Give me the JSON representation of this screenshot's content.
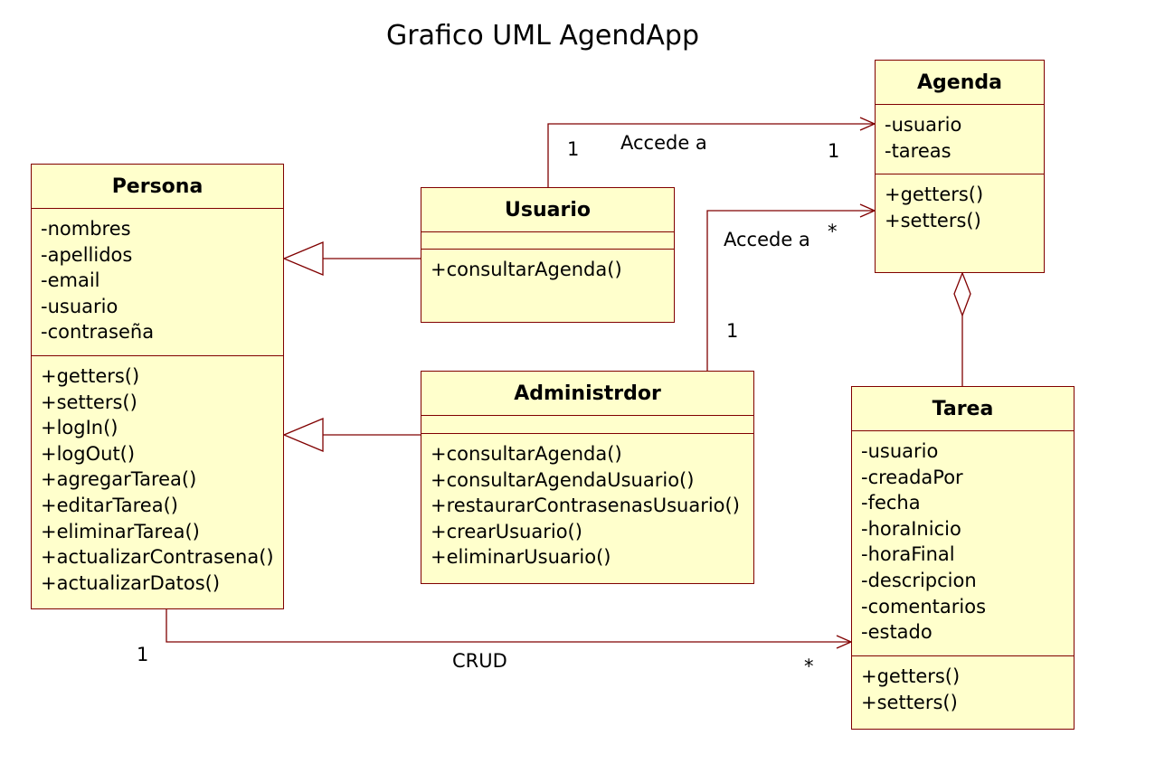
{
  "diagram": {
    "title": "Grafico UML AgendApp",
    "colors": {
      "class_fill": "#ffffcc",
      "border": "#800000"
    },
    "classes": {
      "persona": {
        "name": "Persona",
        "attributes": [
          "-nombres",
          "-apellidos",
          "-email",
          "-usuario",
          "-contraseña"
        ],
        "operations": [
          "+getters()",
          "+setters()",
          "+logIn()",
          "+logOut()",
          "+agregarTarea()",
          "+editarTarea()",
          "+eliminarTarea()",
          "+actualizarContrasena()",
          "+actualizarDatos()"
        ]
      },
      "usuario": {
        "name": "Usuario",
        "attributes": [],
        "operations": [
          "+consultarAgenda()"
        ]
      },
      "administrador": {
        "name": "Administrdor",
        "attributes": [],
        "operations": [
          "+consultarAgenda()",
          "+consultarAgendaUsuario()",
          "+restaurarContrasenasUsuario()",
          "+crearUsuario()",
          "+eliminarUsuario()"
        ]
      },
      "agenda": {
        "name": "Agenda",
        "attributes": [
          "-usuario",
          "-tareas"
        ],
        "operations": [
          "+getters()",
          "+setters()"
        ]
      },
      "tarea": {
        "name": "Tarea",
        "attributes": [
          "-usuario",
          "-creadaPor",
          "-fecha",
          "-horaInicio",
          "-horaFinal",
          "-descripcion",
          "-comentarios",
          "-estado"
        ],
        "operations": [
          "+getters()",
          "+setters()"
        ]
      }
    },
    "associations": {
      "usuario_agenda": {
        "label": "Accede a",
        "source_mult": "1",
        "target_mult": "1"
      },
      "admin_agenda": {
        "label": "Accede a",
        "source_mult": "1",
        "target_mult": "*"
      },
      "persona_tarea": {
        "label": "CRUD",
        "source_mult": "1",
        "target_mult": "*"
      }
    }
  }
}
